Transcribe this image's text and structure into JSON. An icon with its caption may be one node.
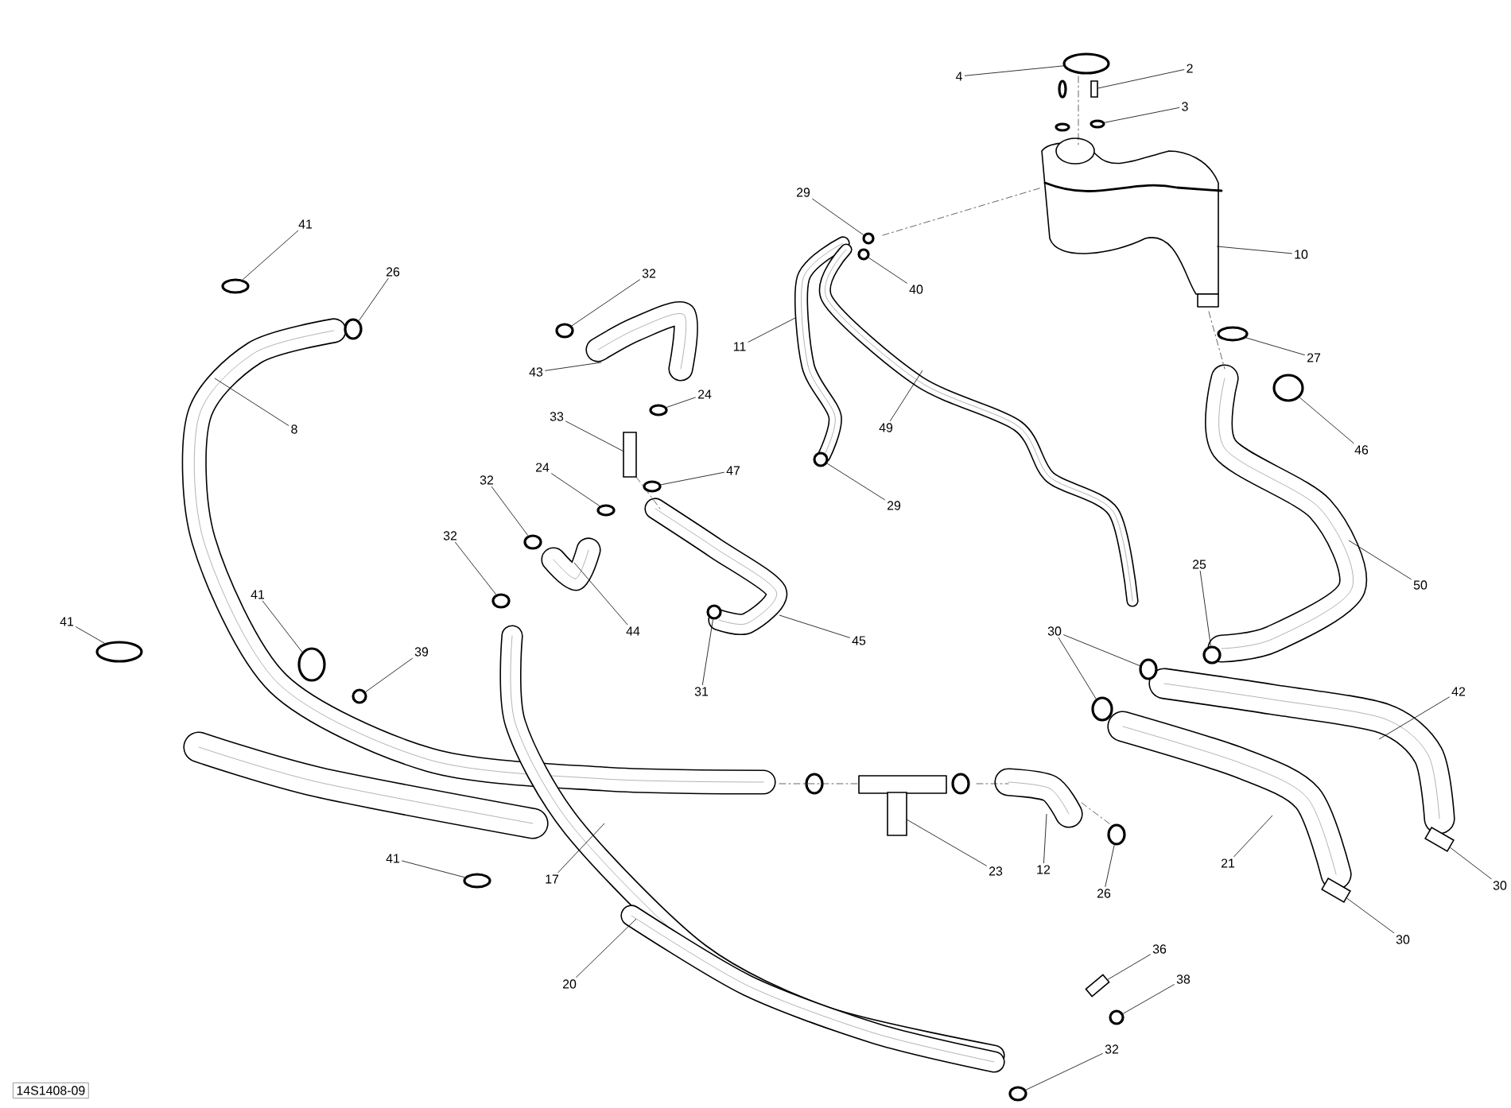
{
  "diagram": {
    "nodes": [
      {
        "text": [
          "4"
        ]
      },
      {
        "text": [
          "2"
        ]
      },
      {
        "text": [
          "3"
        ]
      },
      {
        "text": [
          "10"
        ]
      },
      {
        "text": [
          "29"
        ]
      },
      {
        "text": [
          "40"
        ]
      },
      {
        "text": [
          "11"
        ]
      },
      {
        "text": [
          "41"
        ]
      },
      {
        "text": [
          "26"
        ]
      },
      {
        "text": [
          "8"
        ]
      },
      {
        "text": [
          "32"
        ]
      },
      {
        "text": [
          "43"
        ]
      },
      {
        "text": [
          "24"
        ]
      },
      {
        "text": [
          "27"
        ]
      },
      {
        "text": [
          "46"
        ]
      },
      {
        "text": [
          "49"
        ]
      },
      {
        "text": [
          "33"
        ]
      },
      {
        "text": [
          "24"
        ]
      },
      {
        "text": [
          "47"
        ]
      },
      {
        "text": [
          "29"
        ]
      },
      {
        "text": [
          "32"
        ]
      },
      {
        "text": [
          "32"
        ]
      },
      {
        "text": [
          "44"
        ]
      },
      {
        "text": [
          "50"
        ]
      },
      {
        "text": [
          "25"
        ]
      },
      {
        "text": [
          "41"
        ]
      },
      {
        "text": [
          "41"
        ]
      },
      {
        "text": [
          "39"
        ]
      },
      {
        "text": [
          "31"
        ]
      },
      {
        "text": [
          "45"
        ]
      },
      {
        "text": [
          "30"
        ]
      },
      {
        "text": [
          "42"
        ]
      },
      {
        "text": [
          "12"
        ]
      },
      {
        "text": [
          "23"
        ]
      },
      {
        "text": [
          "26"
        ]
      },
      {
        "text": [
          "21"
        ]
      },
      {
        "text": [
          "30"
        ]
      },
      {
        "text": [
          "30"
        ]
      },
      {
        "text": [
          "41"
        ]
      },
      {
        "text": [
          "17"
        ]
      },
      {
        "text": [
          "20"
        ]
      },
      {
        "text": [
          "36"
        ]
      },
      {
        "text": [
          "38"
        ]
      },
      {
        "text": [
          "32"
        ]
      },
      {
        "text": [],
        "shape": "circle"
      },
      {
        "text": [],
        "shape": "box"
      },
      {
        "text": [],
        "shape": "circle"
      },
      {
        "text": [],
        "shape": "circle"
      },
      {
        "text": [],
        "shape": "circle"
      },
      {
        "text": [],
        "shape": "circle"
      },
      {
        "text": [],
        "shape": "circle"
      },
      {
        "text": [],
        "shape": "circle"
      },
      {
        "text": [],
        "shape": "circle"
      },
      {
        "text": [],
        "shape": "circle"
      },
      {
        "text": [],
        "shape": "circle"
      },
      {
        "text": [],
        "shape": "box"
      },
      {
        "text": [],
        "shape": "circle"
      },
      {
        "text": [],
        "shape": "circle"
      },
      {
        "text": [],
        "shape": "circle"
      },
      {
        "text": [],
        "shape": "circle"
      },
      {
        "text": [],
        "shape": "circle"
      },
      {
        "text": [],
        "shape": "circle"
      },
      {
        "text": [],
        "shape": "circle"
      },
      {
        "text": [],
        "shape": "circle"
      },
      {
        "text": [],
        "shape": "circle"
      },
      {
        "text": [],
        "shape": "circle"
      },
      {
        "text": [],
        "shape": "circle"
      },
      {
        "text": [],
        "shape": "circle"
      },
      {
        "text": [],
        "shape": "box"
      },
      {
        "text": [],
        "shape": "circle"
      },
      {
        "text": [],
        "shape": "box"
      },
      {
        "text": [],
        "shape": "box"
      },
      {
        "text": [],
        "shape": "circle"
      },
      {
        "text": [],
        "shape": "box"
      },
      {
        "text": [],
        "shape": "circle"
      },
      {
        "text": [],
        "shape": "circle"
      }
    ],
    "edges": [
      {
        "from": 0,
        "to": 44,
        "arrow": "none"
      },
      {
        "from": 1,
        "to": 45,
        "arrow": "none"
      },
      {
        "from": 2,
        "to": 46,
        "arrow": "none"
      },
      {
        "from": 3,
        "to": null,
        "arrow": "none"
      },
      {
        "from": 4,
        "to": 47,
        "arrow": "none"
      },
      {
        "from": 5,
        "to": 48,
        "arrow": "none"
      },
      {
        "from": 6,
        "to": null,
        "arrow": "none"
      },
      {
        "from": 7,
        "to": 49,
        "arrow": "none"
      },
      {
        "from": 8,
        "to": 50,
        "arrow": "none"
      },
      {
        "from": 9,
        "to": null,
        "arrow": "none"
      },
      {
        "from": 10,
        "to": 51,
        "arrow": "none"
      },
      {
        "from": 11,
        "to": null,
        "arrow": "none"
      },
      {
        "from": 12,
        "to": 52,
        "arrow": "none"
      },
      {
        "from": 13,
        "to": 53,
        "arrow": "none"
      },
      {
        "from": 14,
        "to": 54,
        "arrow": "none"
      },
      {
        "from": 15,
        "to": null,
        "arrow": "none"
      },
      {
        "from": 16,
        "to": 55,
        "arrow": "none"
      },
      {
        "from": 17,
        "to": 56,
        "arrow": "none"
      },
      {
        "from": 18,
        "to": 57,
        "arrow": "none"
      },
      {
        "from": 19,
        "to": 58,
        "arrow": "none"
      },
      {
        "from": 20,
        "to": 59,
        "arrow": "none"
      },
      {
        "from": 21,
        "to": 60,
        "arrow": "none"
      },
      {
        "from": 22,
        "to": null,
        "arrow": "none"
      },
      {
        "from": 23,
        "to": null,
        "arrow": "none"
      },
      {
        "from": 24,
        "to": 61,
        "arrow": "none"
      },
      {
        "from": 25,
        "to": 62,
        "arrow": "none"
      },
      {
        "from": 26,
        "to": 63,
        "arrow": "none"
      },
      {
        "from": 27,
        "to": 64,
        "arrow": "none"
      },
      {
        "from": 28,
        "to": 65,
        "arrow": "none"
      },
      {
        "from": 29,
        "to": null,
        "arrow": "none"
      },
      {
        "from": 30,
        "to": 66,
        "arrow": "none"
      },
      {
        "from": 30,
        "to": 67,
        "arrow": "none"
      },
      {
        "from": 31,
        "to": null,
        "arrow": "none"
      },
      {
        "from": 32,
        "to": null,
        "arrow": "none"
      },
      {
        "from": 33,
        "to": 68,
        "arrow": "none"
      },
      {
        "from": 34,
        "to": 69,
        "arrow": "none"
      },
      {
        "from": 35,
        "to": null,
        "arrow": "none"
      },
      {
        "from": 36,
        "to": 70,
        "arrow": "none"
      },
      {
        "from": 37,
        "to": 71,
        "arrow": "none"
      },
      {
        "from": 38,
        "to": 72,
        "arrow": "none"
      },
      {
        "from": 39,
        "to": null,
        "arrow": "none"
      },
      {
        "from": 40,
        "to": null,
        "arrow": "none"
      },
      {
        "from": 41,
        "to": 73,
        "arrow": "none"
      },
      {
        "from": 42,
        "to": 74,
        "arrow": "none"
      },
      {
        "from": 43,
        "to": 75,
        "arrow": "none"
      }
    ],
    "labels": [
      "14S1408-09"
    ]
  }
}
